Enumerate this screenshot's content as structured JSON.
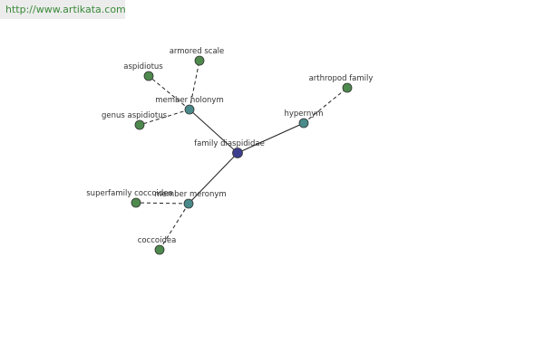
{
  "header": {
    "url": "http://www.artikata.com"
  },
  "colors": {
    "center": "#3d3d8f",
    "relation": "#4a8a8a",
    "leaf": "#4e8a4e",
    "url_text": "#3a8a3a",
    "url_bg": "#ececec"
  },
  "graph": {
    "nodes": [
      {
        "id": "family_diaspididae",
        "label": "family diaspididae",
        "kind": "center"
      },
      {
        "id": "member_holonym",
        "label": "member holonym",
        "kind": "relation"
      },
      {
        "id": "hypernym",
        "label": "hypernym",
        "kind": "relation"
      },
      {
        "id": "member_meronym",
        "label": "member meronym",
        "kind": "relation"
      },
      {
        "id": "armored_scale",
        "label": "armored scale",
        "kind": "leaf"
      },
      {
        "id": "aspidiotus",
        "label": "aspidiotus",
        "kind": "leaf"
      },
      {
        "id": "genus_aspidiotus",
        "label": "genus aspidiotus",
        "kind": "leaf"
      },
      {
        "id": "arthropod_family",
        "label": "arthropod family",
        "kind": "leaf"
      },
      {
        "id": "superfamily_coccoidea",
        "label": "superfamily coccoidea",
        "kind": "leaf"
      },
      {
        "id": "coccoidea",
        "label": "coccoidea",
        "kind": "leaf"
      }
    ],
    "edges": [
      {
        "from": "family_diaspididae",
        "to": "member_holonym",
        "style": "solid"
      },
      {
        "from": "family_diaspididae",
        "to": "hypernym",
        "style": "solid"
      },
      {
        "from": "family_diaspididae",
        "to": "member_meronym",
        "style": "solid"
      },
      {
        "from": "member_holonym",
        "to": "armored_scale",
        "style": "dashed"
      },
      {
        "from": "member_holonym",
        "to": "aspidiotus",
        "style": "dashed"
      },
      {
        "from": "member_holonym",
        "to": "genus_aspidiotus",
        "style": "dashed"
      },
      {
        "from": "hypernym",
        "to": "arthropod_family",
        "style": "dashed"
      },
      {
        "from": "member_meronym",
        "to": "superfamily_coccoidea",
        "style": "dashed"
      },
      {
        "from": "member_meronym",
        "to": "coccoidea",
        "style": "dashed"
      }
    ]
  }
}
